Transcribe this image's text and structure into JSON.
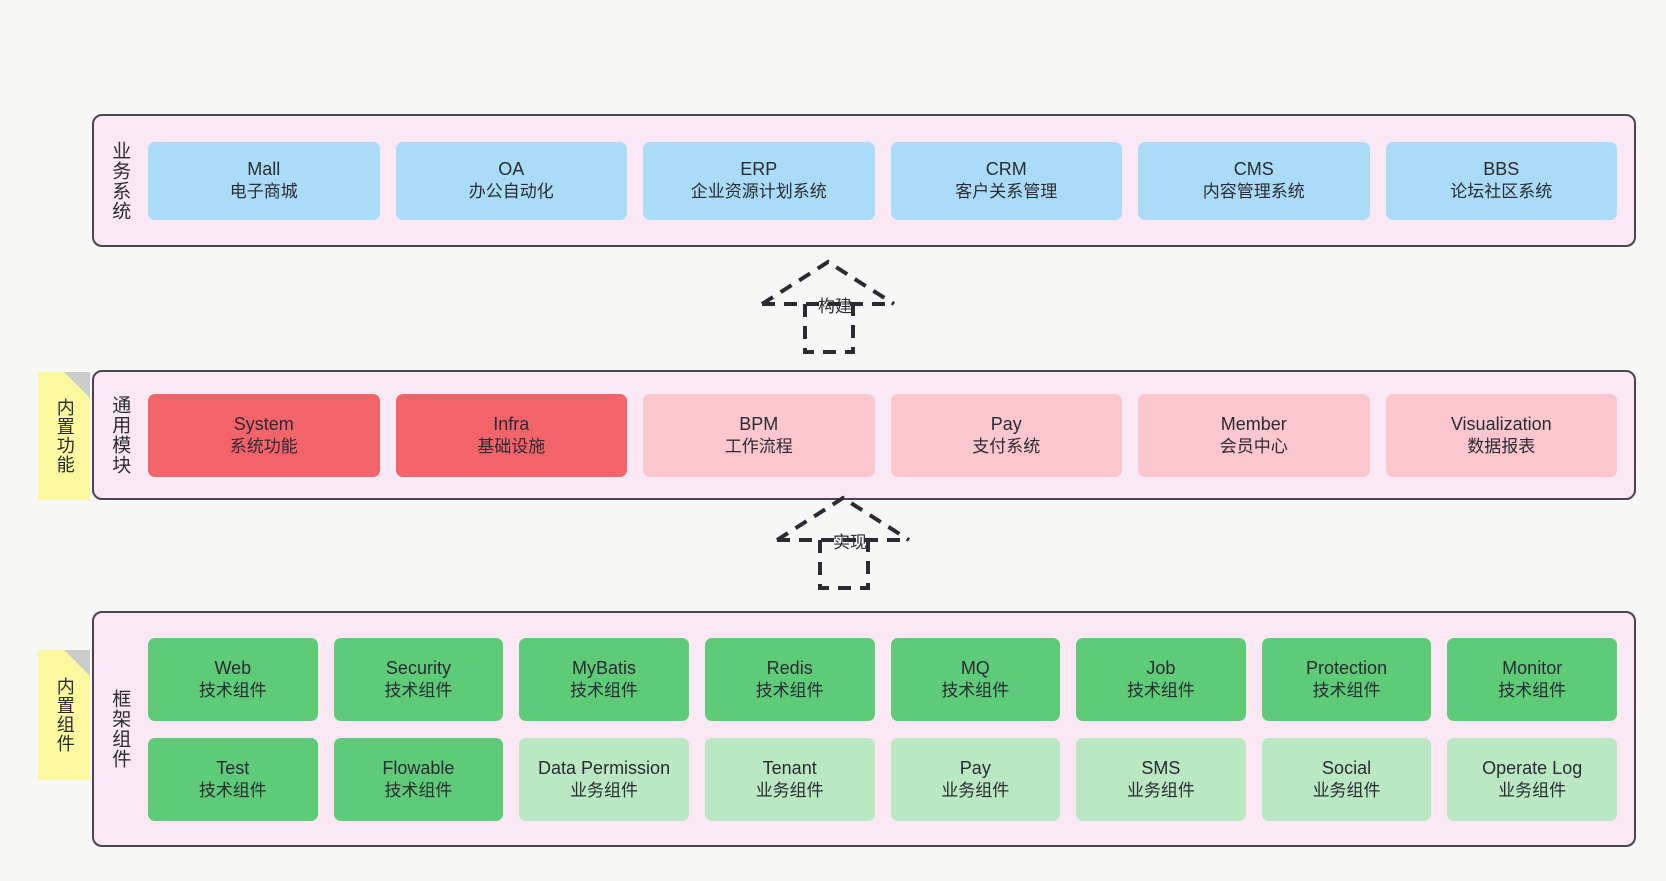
{
  "diagram": {
    "background_color": "#f7f7f5",
    "panel_color": "#fae9f4",
    "panel_border_color": "#4a4352"
  },
  "layers": [
    {
      "id": "business",
      "title": "业务系统",
      "sticky": null,
      "rows": [
        {
          "cards": [
            {
              "l1": "Mall",
              "l2": "电子商城",
              "color": "#aadcf8",
              "style": "c-blue"
            },
            {
              "l1": "OA",
              "l2": "办公自动化",
              "color": "#aadcf8",
              "style": "c-blue"
            },
            {
              "l1": "ERP",
              "l2": "企业资源计划系统",
              "color": "#aadcf8",
              "style": "c-blue"
            },
            {
              "l1": "CRM",
              "l2": "客户关系管理",
              "color": "#aadcf8",
              "style": "c-blue"
            },
            {
              "l1": "CMS",
              "l2": "内容管理系统",
              "color": "#aadcf8",
              "style": "c-blue"
            },
            {
              "l1": "BBS",
              "l2": "论坛社区系统",
              "color": "#aadcf8",
              "style": "c-blue"
            }
          ]
        }
      ]
    },
    {
      "id": "modules",
      "title": "通用模块",
      "sticky": "内置功能",
      "rows": [
        {
          "cards": [
            {
              "l1": "System",
              "l2": "系统功能",
              "color": "#f2636a",
              "style": "c-red"
            },
            {
              "l1": "Infra",
              "l2": "基础设施",
              "color": "#f2636a",
              "style": "c-red"
            },
            {
              "l1": "BPM",
              "l2": "工作流程",
              "color": "#fbc6cd",
              "style": "c-pink"
            },
            {
              "l1": "Pay",
              "l2": "支付系统",
              "color": "#fbc6cd",
              "style": "c-pink"
            },
            {
              "l1": "Member",
              "l2": "会员中心",
              "color": "#fbc6cd",
              "style": "c-pink"
            },
            {
              "l1": "Visualization",
              "l2": "数据报表",
              "color": "#fbc6cd",
              "style": "c-pink"
            }
          ]
        }
      ]
    },
    {
      "id": "framework",
      "title": "框架组件",
      "sticky": "内置组件",
      "rows": [
        {
          "cards": [
            {
              "l1": "Web",
              "l2": "技术组件",
              "color": "#5ecb79",
              "style": "c-green"
            },
            {
              "l1": "Security",
              "l2": "技术组件",
              "color": "#5ecb79",
              "style": "c-green"
            },
            {
              "l1": "MyBatis",
              "l2": "技术组件",
              "color": "#5ecb79",
              "style": "c-green"
            },
            {
              "l1": "Redis",
              "l2": "技术组件",
              "color": "#5ecb79",
              "style": "c-green"
            },
            {
              "l1": "MQ",
              "l2": "技术组件",
              "color": "#5ecb79",
              "style": "c-green"
            },
            {
              "l1": "Job",
              "l2": "技术组件",
              "color": "#5ecb79",
              "style": "c-green"
            },
            {
              "l1": "Protection",
              "l2": "技术组件",
              "color": "#5ecb79",
              "style": "c-green"
            },
            {
              "l1": "Monitor",
              "l2": "技术组件",
              "color": "#5ecb79",
              "style": "c-green"
            }
          ]
        },
        {
          "cards": [
            {
              "l1": "Test",
              "l2": "技术组件",
              "color": "#5ecb79",
              "style": "c-green"
            },
            {
              "l1": "Flowable",
              "l2": "技术组件",
              "color": "#5ecb79",
              "style": "c-green"
            },
            {
              "l1": "Data Permission",
              "l2": "业务组件",
              "color": "#b9e8c3",
              "style": "c-lightgreen"
            },
            {
              "l1": "Tenant",
              "l2": "业务组件",
              "color": "#b9e8c3",
              "style": "c-lightgreen"
            },
            {
              "l1": "Pay",
              "l2": "业务组件",
              "color": "#b9e8c3",
              "style": "c-lightgreen"
            },
            {
              "l1": "SMS",
              "l2": "业务组件",
              "color": "#b9e8c3",
              "style": "c-lightgreen"
            },
            {
              "l1": "Social",
              "l2": "业务组件",
              "color": "#b9e8c3",
              "style": "c-lightgreen"
            },
            {
              "l1": "Operate Log",
              "l2": "业务组件",
              "color": "#b9e8c3",
              "style": "c-lightgreen"
            }
          ]
        }
      ]
    }
  ],
  "arrows": [
    {
      "id": "build",
      "label": "构建",
      "style": "dashed-generalization"
    },
    {
      "id": "realize",
      "label": "实现",
      "style": "dashed-generalization"
    }
  ]
}
